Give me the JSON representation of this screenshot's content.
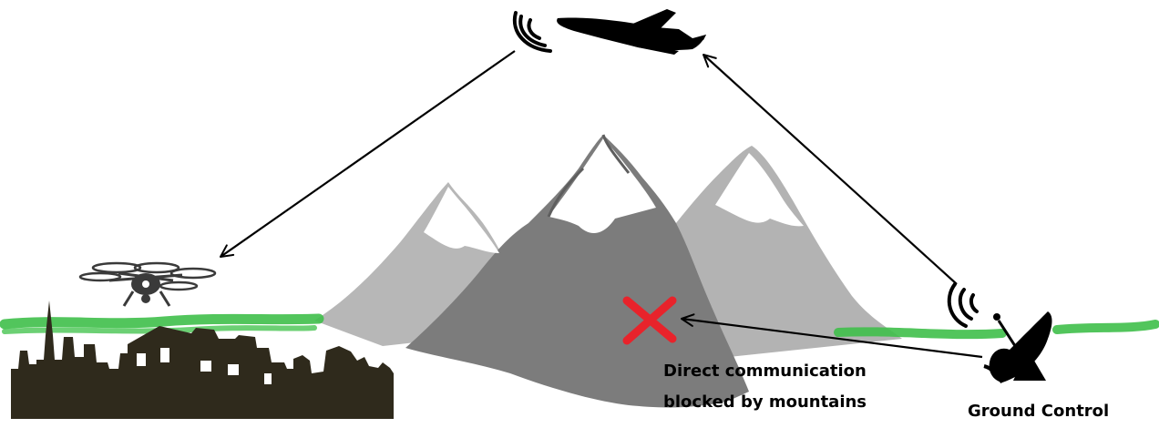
{
  "annotations": {
    "blocked_line_1": "Direct communication",
    "blocked_line_2": "blocked by mountains",
    "ground_control": "Ground Control"
  },
  "icons": {
    "aircraft": "airplane-icon",
    "drone": "drone-icon",
    "antenna": "satellite-dish-icon",
    "signal": "wifi-signal-icon",
    "blocked": "red-x-icon"
  },
  "colors": {
    "blocked_marker": "#e8232b",
    "grass": "#3fbf4a",
    "city": "#2f2a1c",
    "mountain_dark": "#7a7a7a",
    "mountain_light": "#b5b5b5",
    "snow": "#ffffff",
    "arrow": "#000000"
  }
}
